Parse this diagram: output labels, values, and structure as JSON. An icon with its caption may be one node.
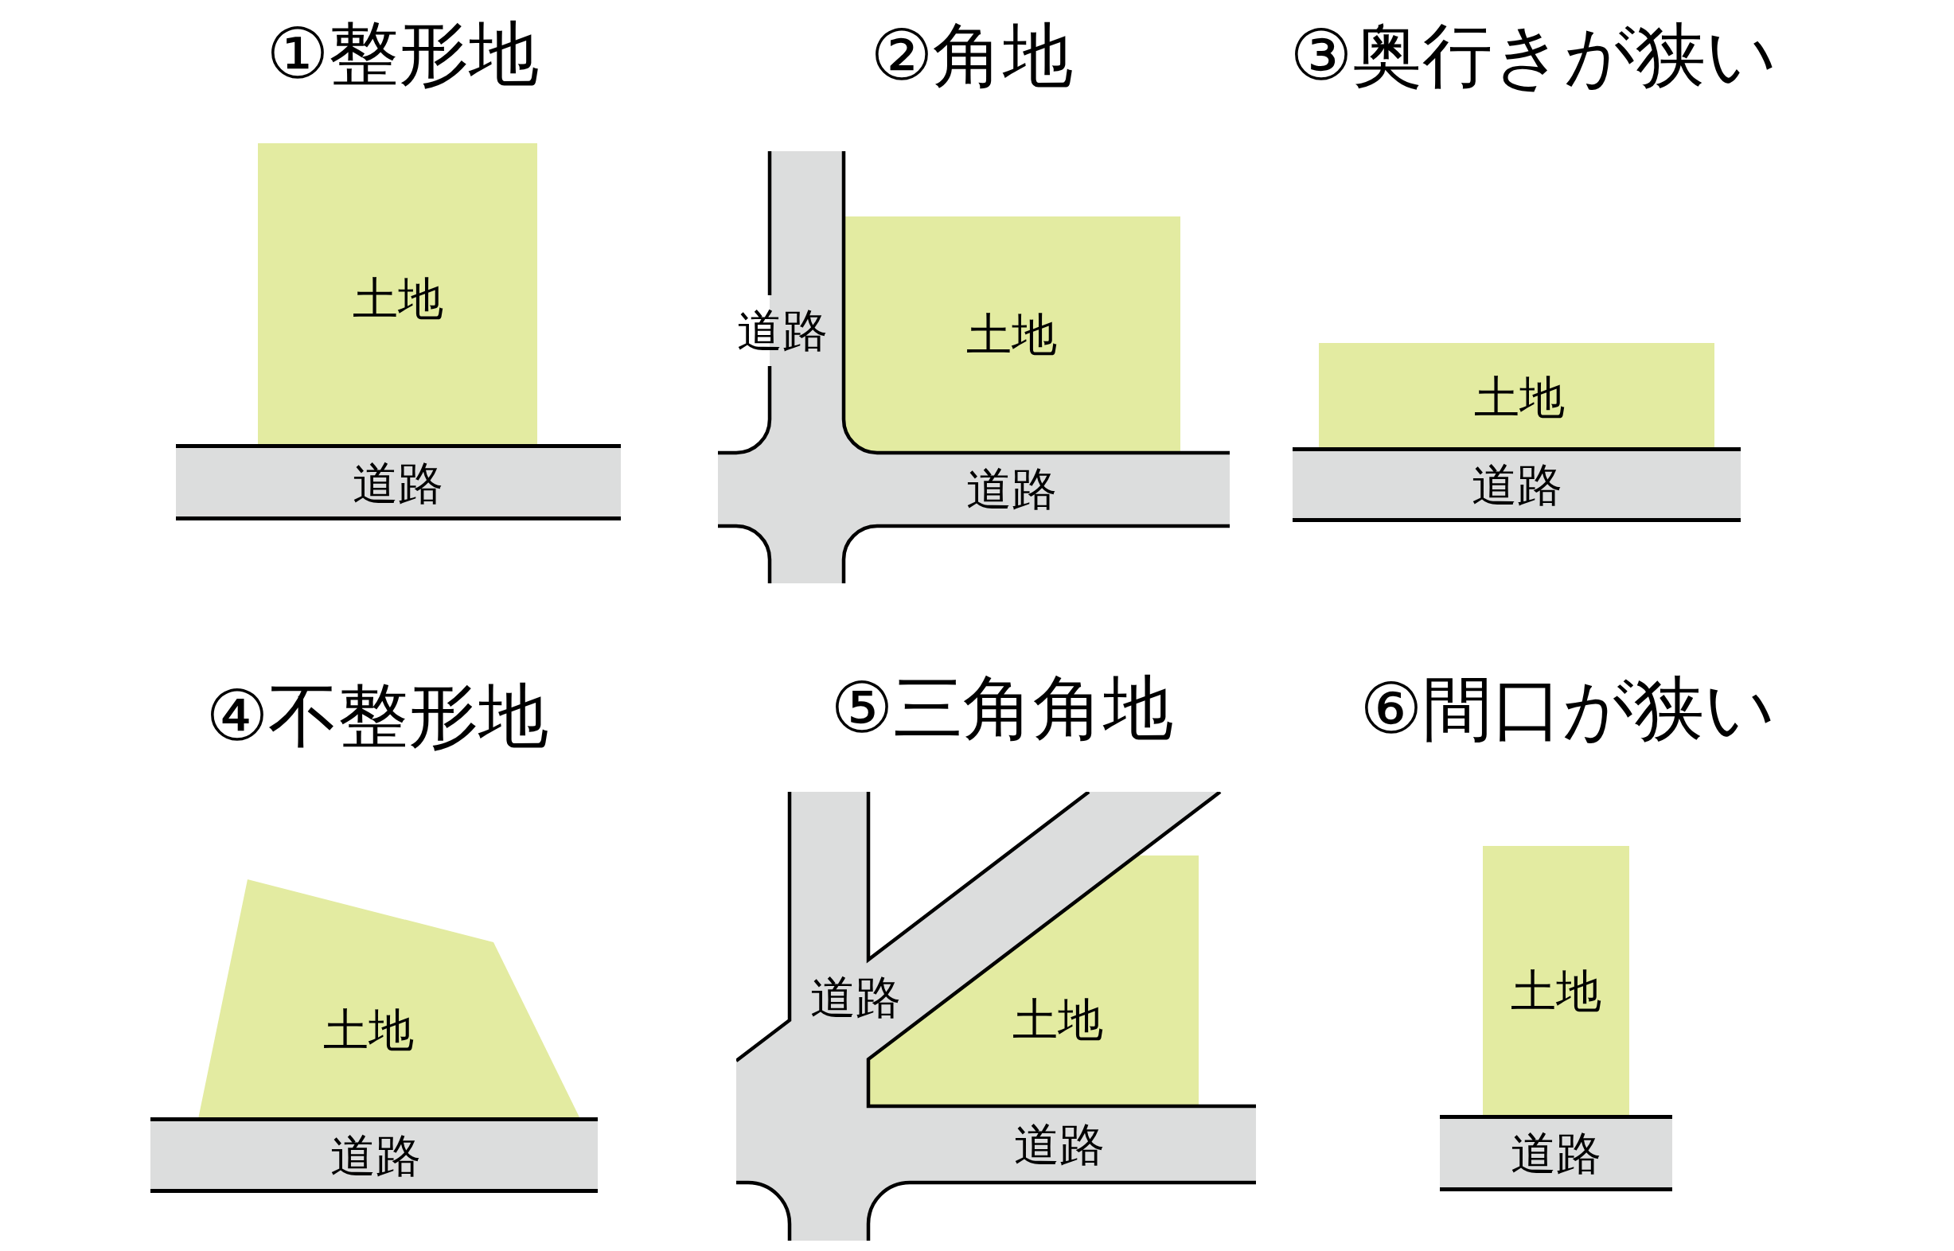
{
  "diagram": {
    "nodes": [
      {
        "text": [
          "土地"
        ]
      },
      {
        "text": [
          "道路"
        ]
      },
      {
        "text": [
          "道路",
          "道路"
        ]
      },
      {
        "text": [
          "土地"
        ]
      },
      {
        "text": [
          "土地"
        ]
      },
      {
        "text": [
          "道路"
        ]
      },
      {
        "text": [
          "土地"
        ]
      },
      {
        "text": [
          "道路"
        ]
      },
      {
        "text": [
          "道路",
          "道路"
        ]
      },
      {
        "text": [
          "土地"
        ]
      },
      {
        "text": [
          "土地"
        ]
      },
      {
        "text": [
          "道路"
        ]
      }
    ],
    "labels": [
      "①整形地",
      "②角地",
      "③奥行きが狭い",
      "④不整形地",
      "⑤三角角地",
      "⑥間口が狭い"
    ]
  }
}
